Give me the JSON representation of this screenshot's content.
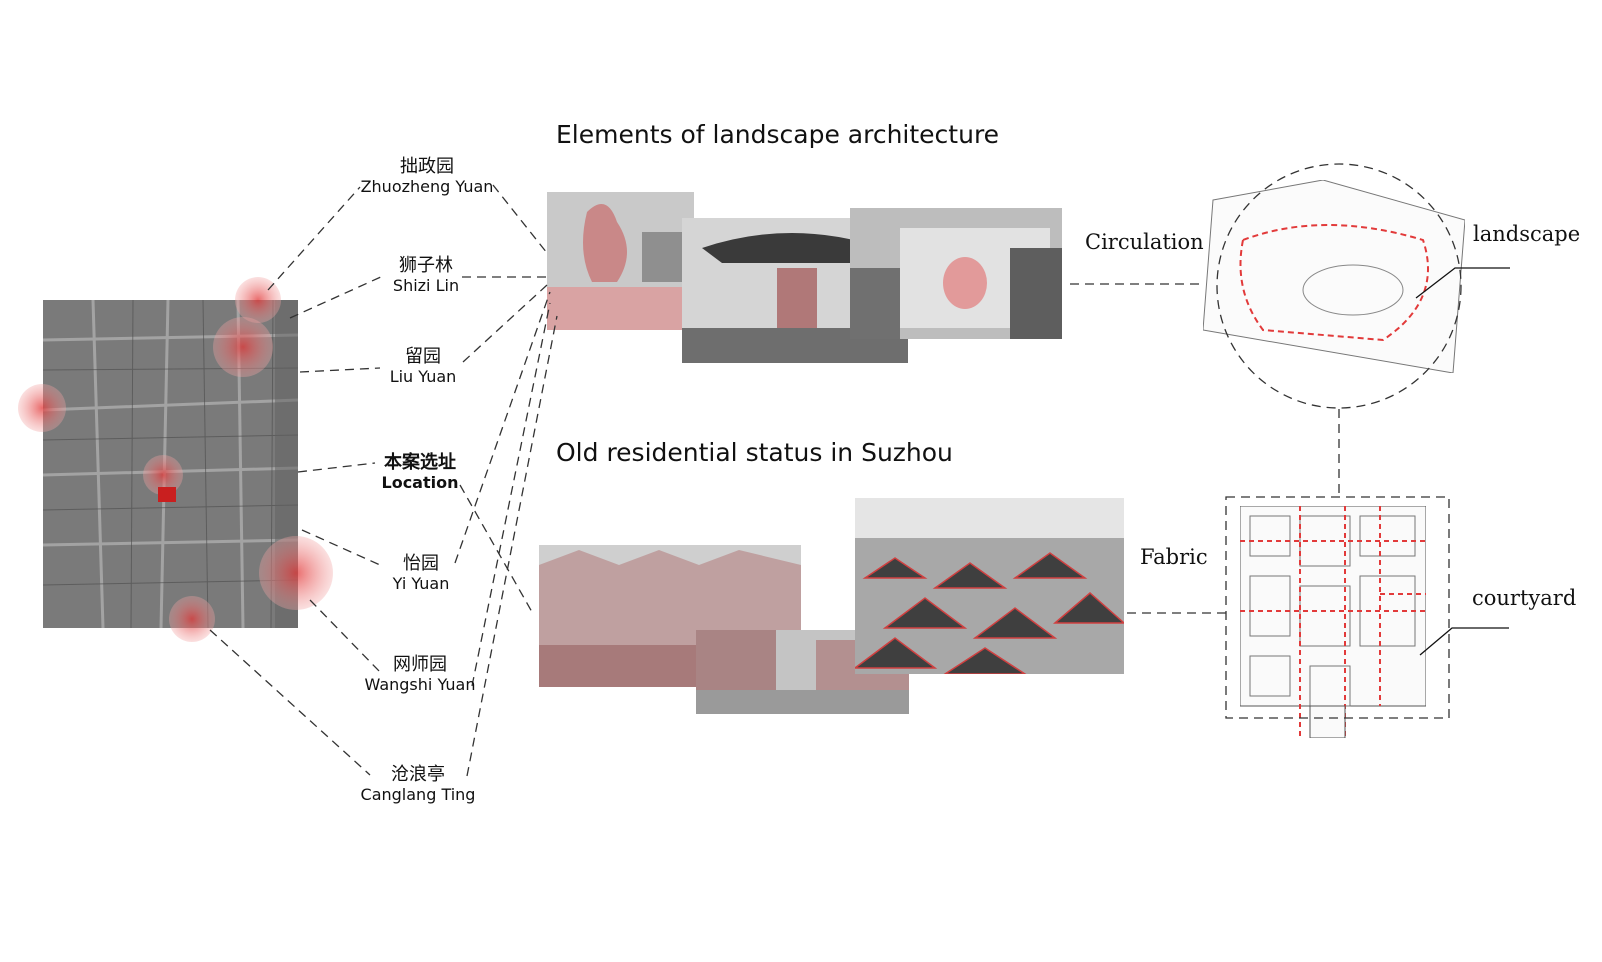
{
  "headings": {
    "landscape": "Elements of  landscape architecture",
    "residential": "Old residential status in Suzhou"
  },
  "gardens": [
    {
      "cn": "拙政园",
      "en": "Zhuozheng Yuan"
    },
    {
      "cn": "狮子林",
      "en": "Shizi Lin"
    },
    {
      "cn": "留园",
      "en": "Liu Yuan"
    },
    {
      "cn": "本案选址",
      "en": "Location"
    },
    {
      "cn": "怡园",
      "en": "Yi Yuan"
    },
    {
      "cn": "网师园",
      "en": "Wangshi Yuan"
    },
    {
      "cn": "沧浪亭",
      "en": "Canglang Ting"
    }
  ],
  "tags": {
    "circulation": "Circulation",
    "fabric": "Fabric",
    "landscape": "landscape",
    "courtyard": "courtyard"
  },
  "colors": {
    "highlight": "#e23a3a",
    "highlight_soft": "#f2a5a5",
    "dash": "#333333"
  }
}
